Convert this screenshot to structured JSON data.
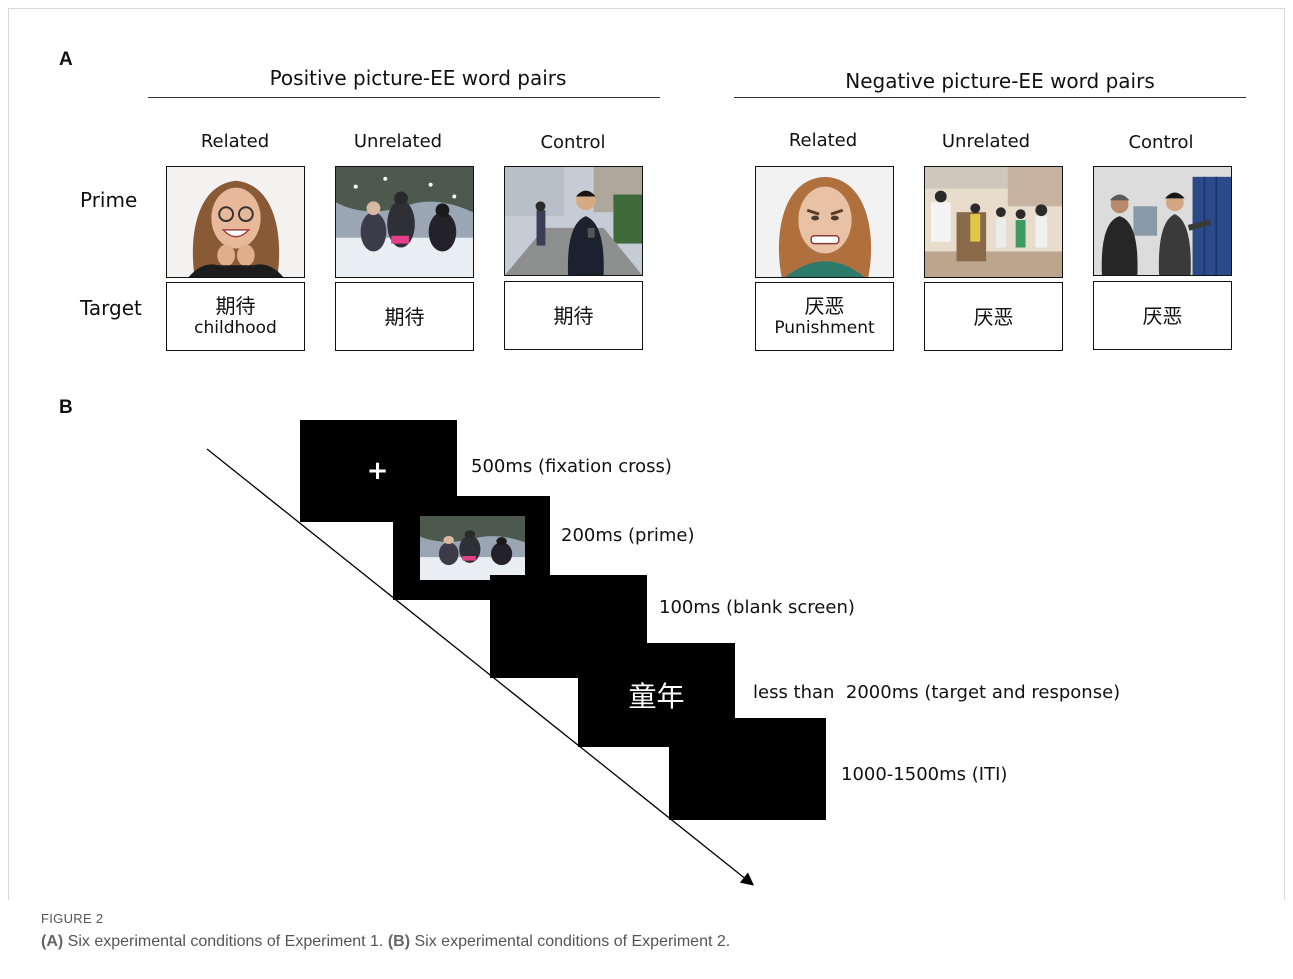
{
  "panel_a": {
    "letter": "A",
    "row_labels": {
      "prime": "Prime",
      "target": "Target"
    },
    "groups": [
      {
        "title": "Positive picture-EE word pairs",
        "conditions": [
          {
            "label": "Related",
            "image": "smiling-woman-photo",
            "target_cn": "期待",
            "target_en": "childhood"
          },
          {
            "label": "Unrelated",
            "image": "snow-play-photo",
            "target_cn": "期待",
            "target_en": ""
          },
          {
            "label": "Control",
            "image": "man-walking-phone-photo",
            "target_cn": "期待",
            "target_en": ""
          }
        ]
      },
      {
        "title": "Negative picture-EE word pairs",
        "conditions": [
          {
            "label": "Related",
            "image": "disgusted-woman-photo",
            "target_cn": "厌恶",
            "target_en": "Punishment"
          },
          {
            "label": "Unrelated",
            "image": "school-children-photo",
            "target_cn": "厌恶",
            "target_en": ""
          },
          {
            "label": "Control",
            "image": "people-at-lockers-photo",
            "target_cn": "厌恶",
            "target_en": ""
          }
        ]
      }
    ]
  },
  "panel_b": {
    "letter": "B",
    "screens": [
      {
        "content": "+",
        "timing": "500ms (fixation cross)"
      },
      {
        "content": "snow-play-photo",
        "timing": "200ms (prime)"
      },
      {
        "content": "",
        "timing": "100ms (blank screen)"
      },
      {
        "content": "童年",
        "timing": "less than  2000ms (target and response)"
      },
      {
        "content": "",
        "timing": "1000-1500ms (ITI)"
      }
    ]
  },
  "caption": {
    "label": "FIGURE 2",
    "a_tag": "(A)",
    "a_text": " Six experimental conditions of Experiment 1. ",
    "b_tag": "(B)",
    "b_text": " Six experimental conditions of Experiment 2."
  }
}
